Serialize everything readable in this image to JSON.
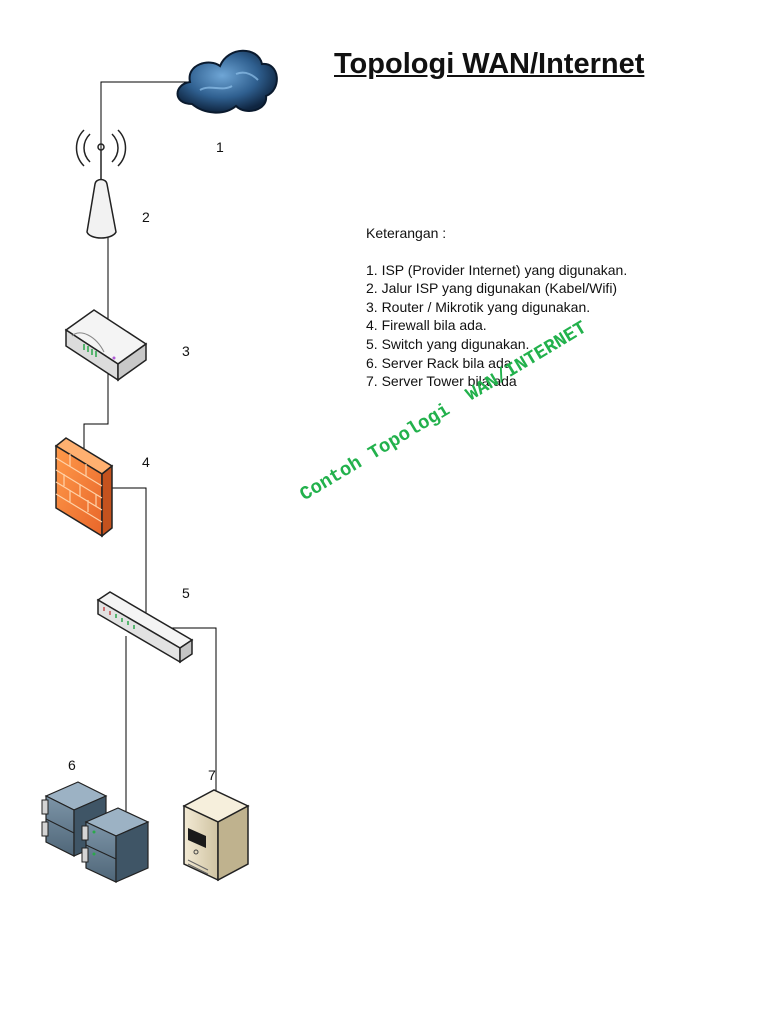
{
  "title": "Topologi WAN/Internet",
  "legend": {
    "heading": "Keterangan :",
    "items": [
      "1. ISP (Provider Internet) yang digunakan.",
      "2. Jalur ISP yang digunakan (Kabel/Wifi)",
      "3. Router / Mikrotik yang digunakan.",
      "4. Firewall bila ada.",
      "5. Switch yang digunakan.",
      "6. Server Rack bila ada",
      "7. Server Tower bila ada"
    ]
  },
  "watermark": "Contoh Topologi  WAN/INTERNET",
  "nodes": [
    {
      "number": "1",
      "icon": "cloud-icon"
    },
    {
      "number": "2",
      "icon": "antenna-icon"
    },
    {
      "number": "3",
      "icon": "router-icon"
    },
    {
      "number": "4",
      "icon": "firewall-icon"
    },
    {
      "number": "5",
      "icon": "switch-icon"
    },
    {
      "number": "6",
      "icon": "server-rack-icon"
    },
    {
      "number": "7",
      "icon": "server-tower-icon"
    }
  ],
  "colors": {
    "cloud": "#2f5f8f",
    "firewall": "#f07a30",
    "watermark": "#22b14c",
    "server_rack": "#5f7a8f",
    "server_tower": "#e6dcc0"
  }
}
